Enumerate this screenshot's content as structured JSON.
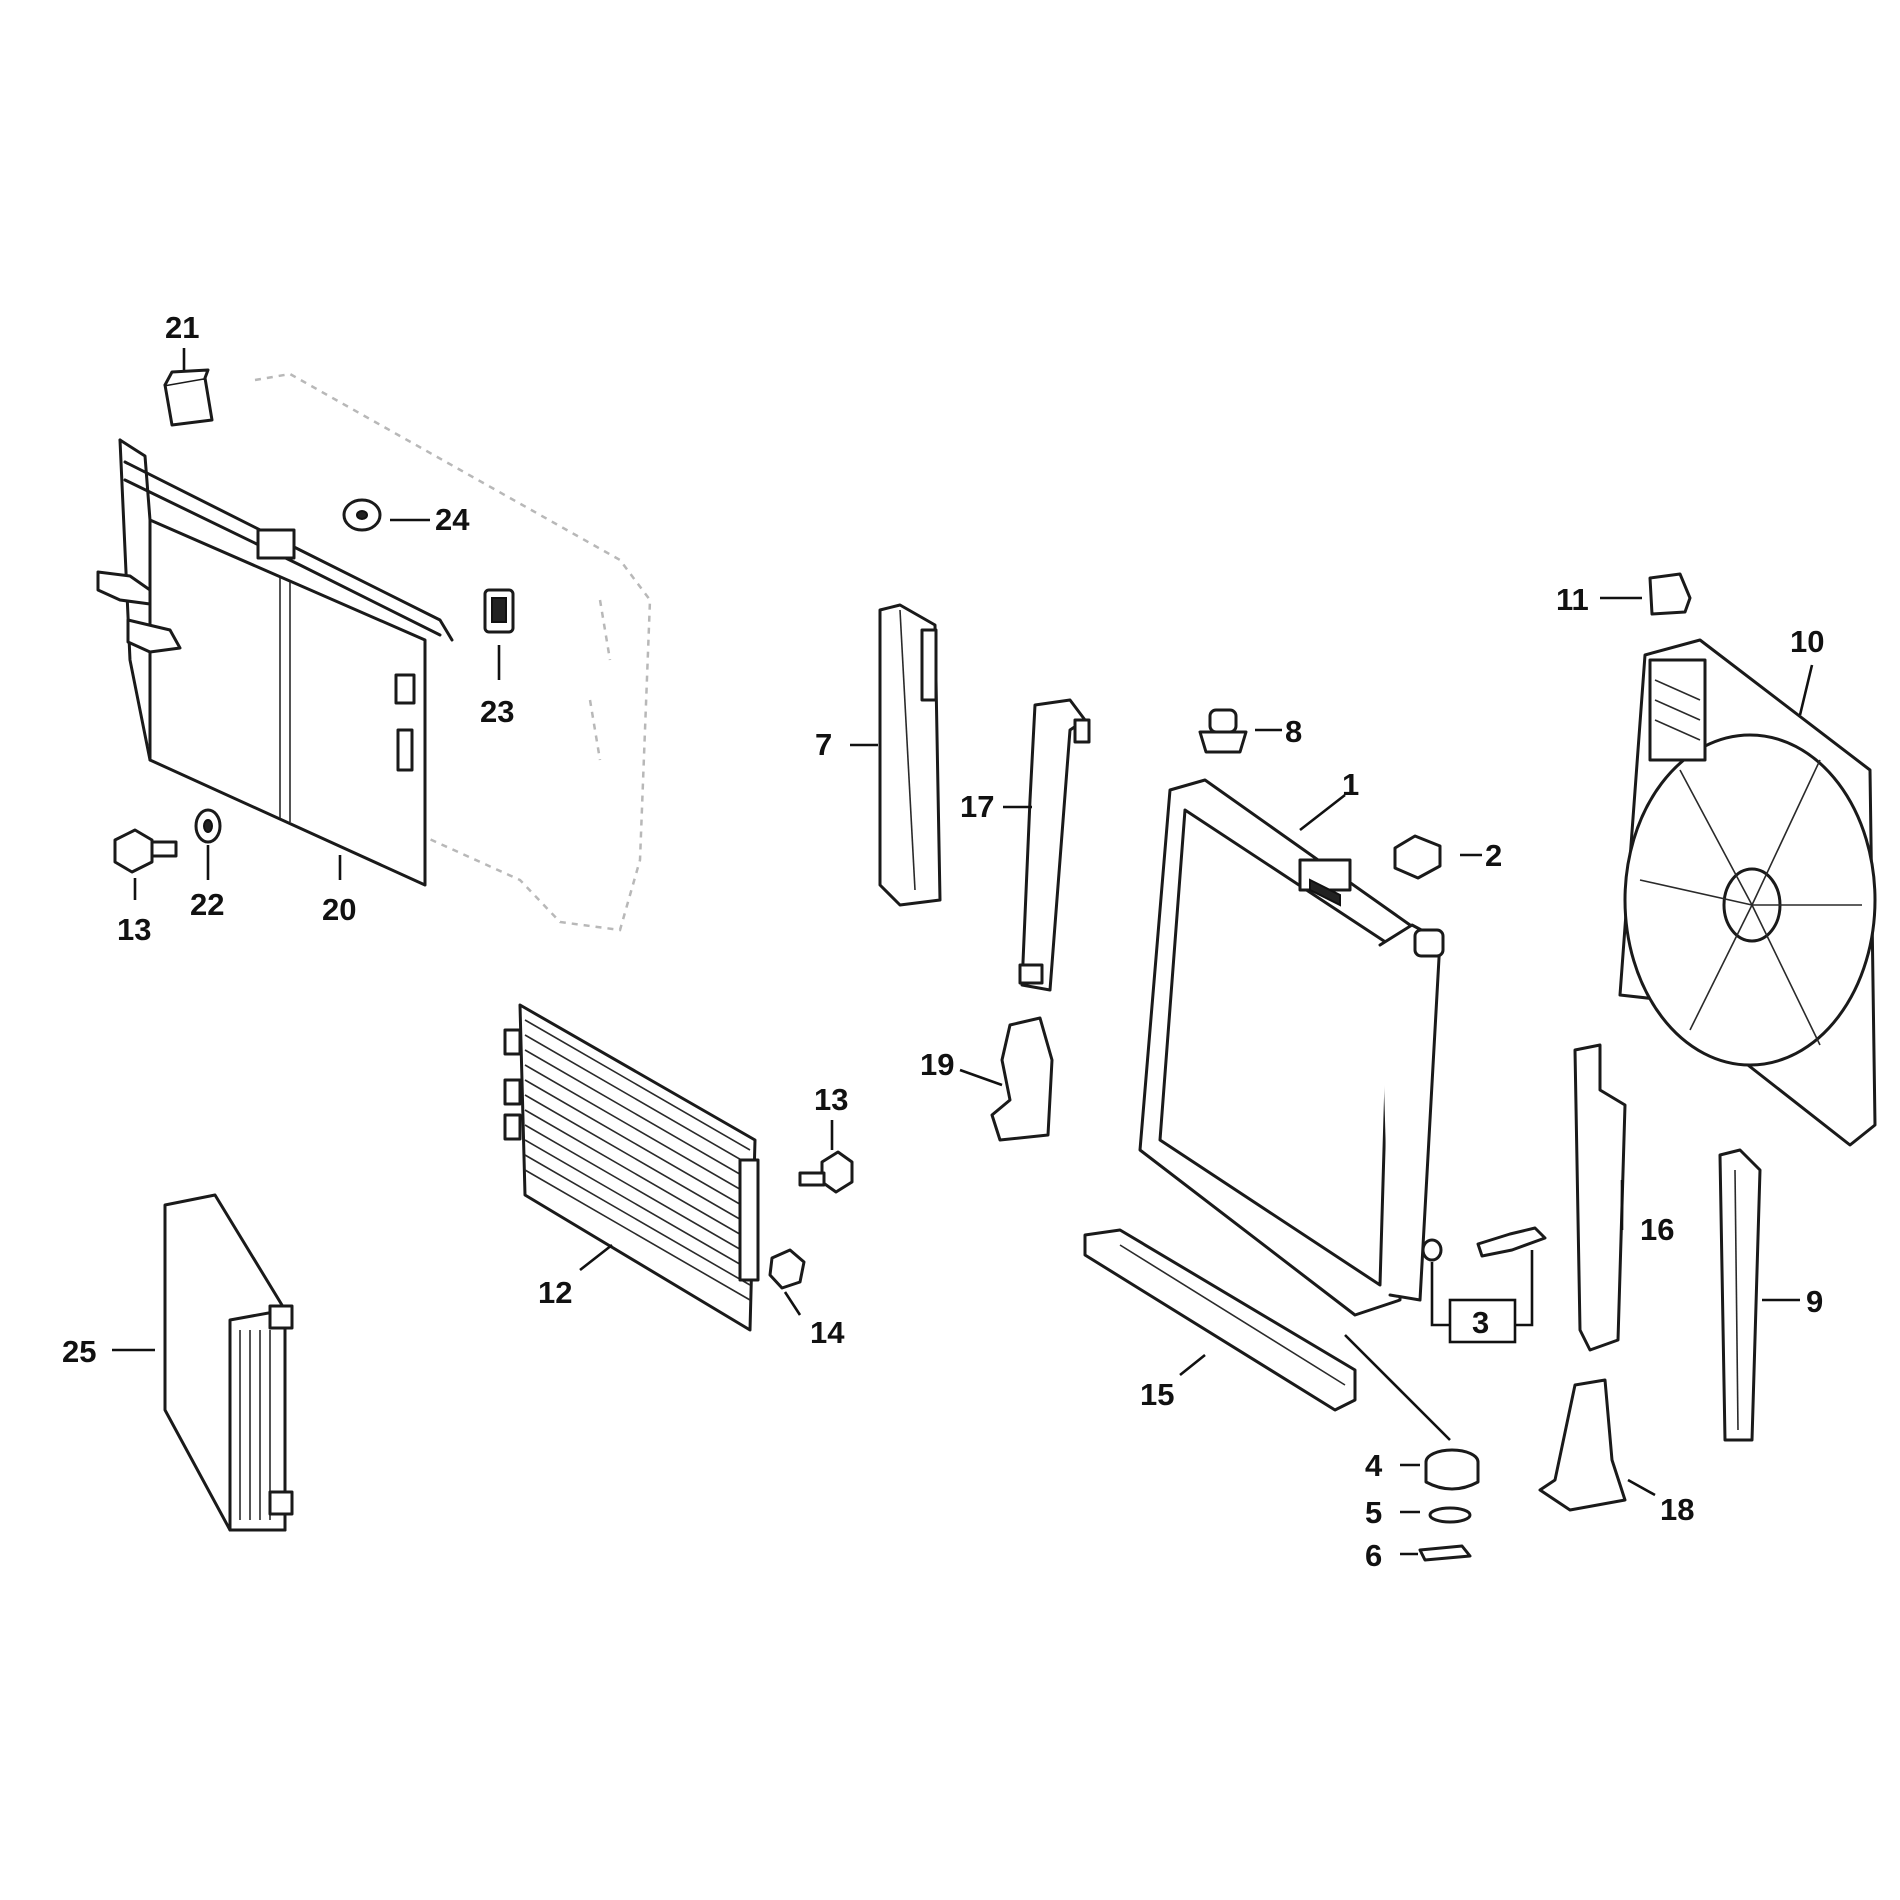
{
  "labels": {
    "p1": "1",
    "p2": "2",
    "p3": "3",
    "p4": "4",
    "p5": "5",
    "p6": "6",
    "p7": "7",
    "p8": "8",
    "p9": "9",
    "p10": "10",
    "p11": "11",
    "p12": "12",
    "p13a": "13",
    "p13b": "13",
    "p14": "14",
    "p15": "15",
    "p16": "16",
    "p17": "17",
    "p18": "18",
    "p19": "19",
    "p20": "20",
    "p21": "21",
    "p22": "22",
    "p23": "23",
    "p24": "24",
    "p25": "25"
  }
}
